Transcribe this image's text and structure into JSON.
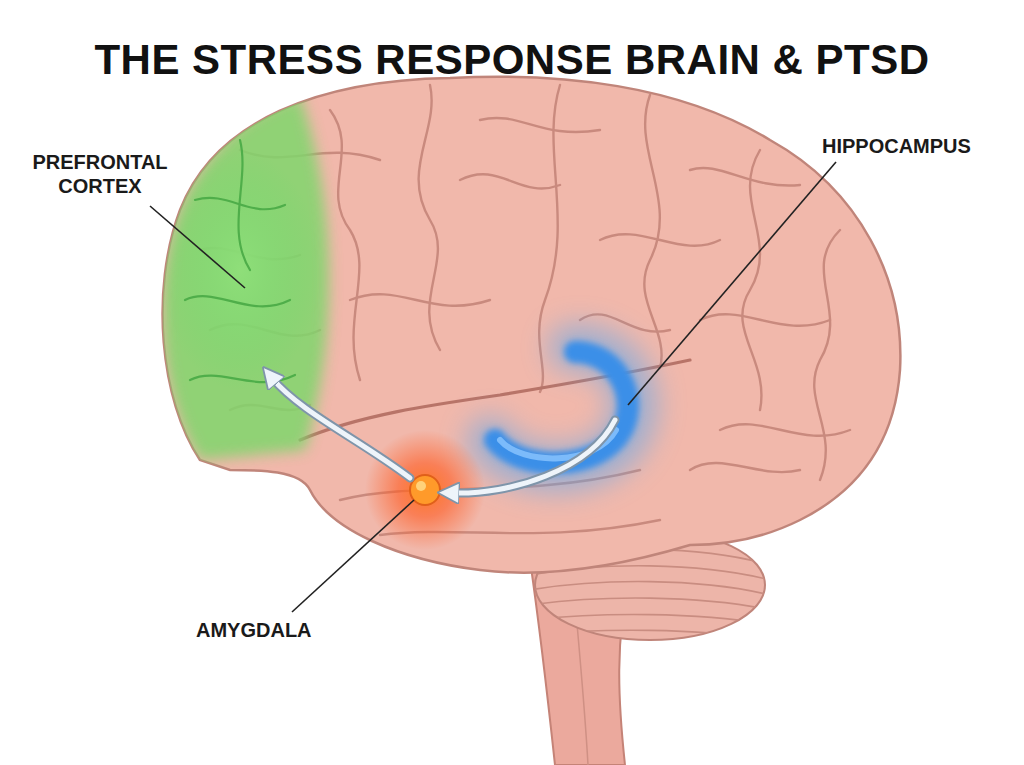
{
  "diagram": {
    "title": "THE STRESS RESPONSE BRAIN & PTSD",
    "labels": [
      "PREFRONTAL CORTEX",
      "HIPPOCAMPUS",
      "AMYGDALA"
    ]
  }
}
